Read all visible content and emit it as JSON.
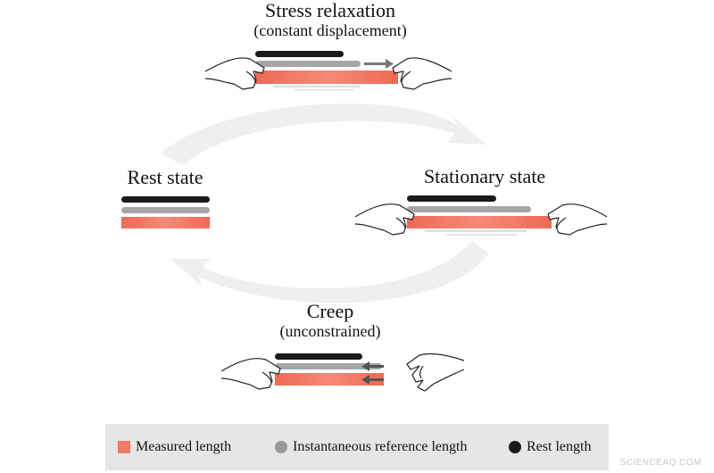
{
  "states": {
    "stress_relaxation": {
      "title": "Stress relaxation",
      "subtitle": "(constant displacement)"
    },
    "rest": {
      "title": "Rest state"
    },
    "stationary": {
      "title": "Stationary state"
    },
    "creep": {
      "title": "Creep",
      "subtitle": "(unconstrained)"
    }
  },
  "legend": {
    "measured": "Measured length",
    "reference": "Instantaneous reference length",
    "rest": "Rest length"
  },
  "colors": {
    "measured": "#f07a66",
    "reference": "#a6a6a6",
    "rest": "#1a1a1a",
    "legend_bg": "#e6e6e6",
    "cycle_arrow": "#efefef"
  },
  "watermark": "SCIENCEAQ.COM"
}
